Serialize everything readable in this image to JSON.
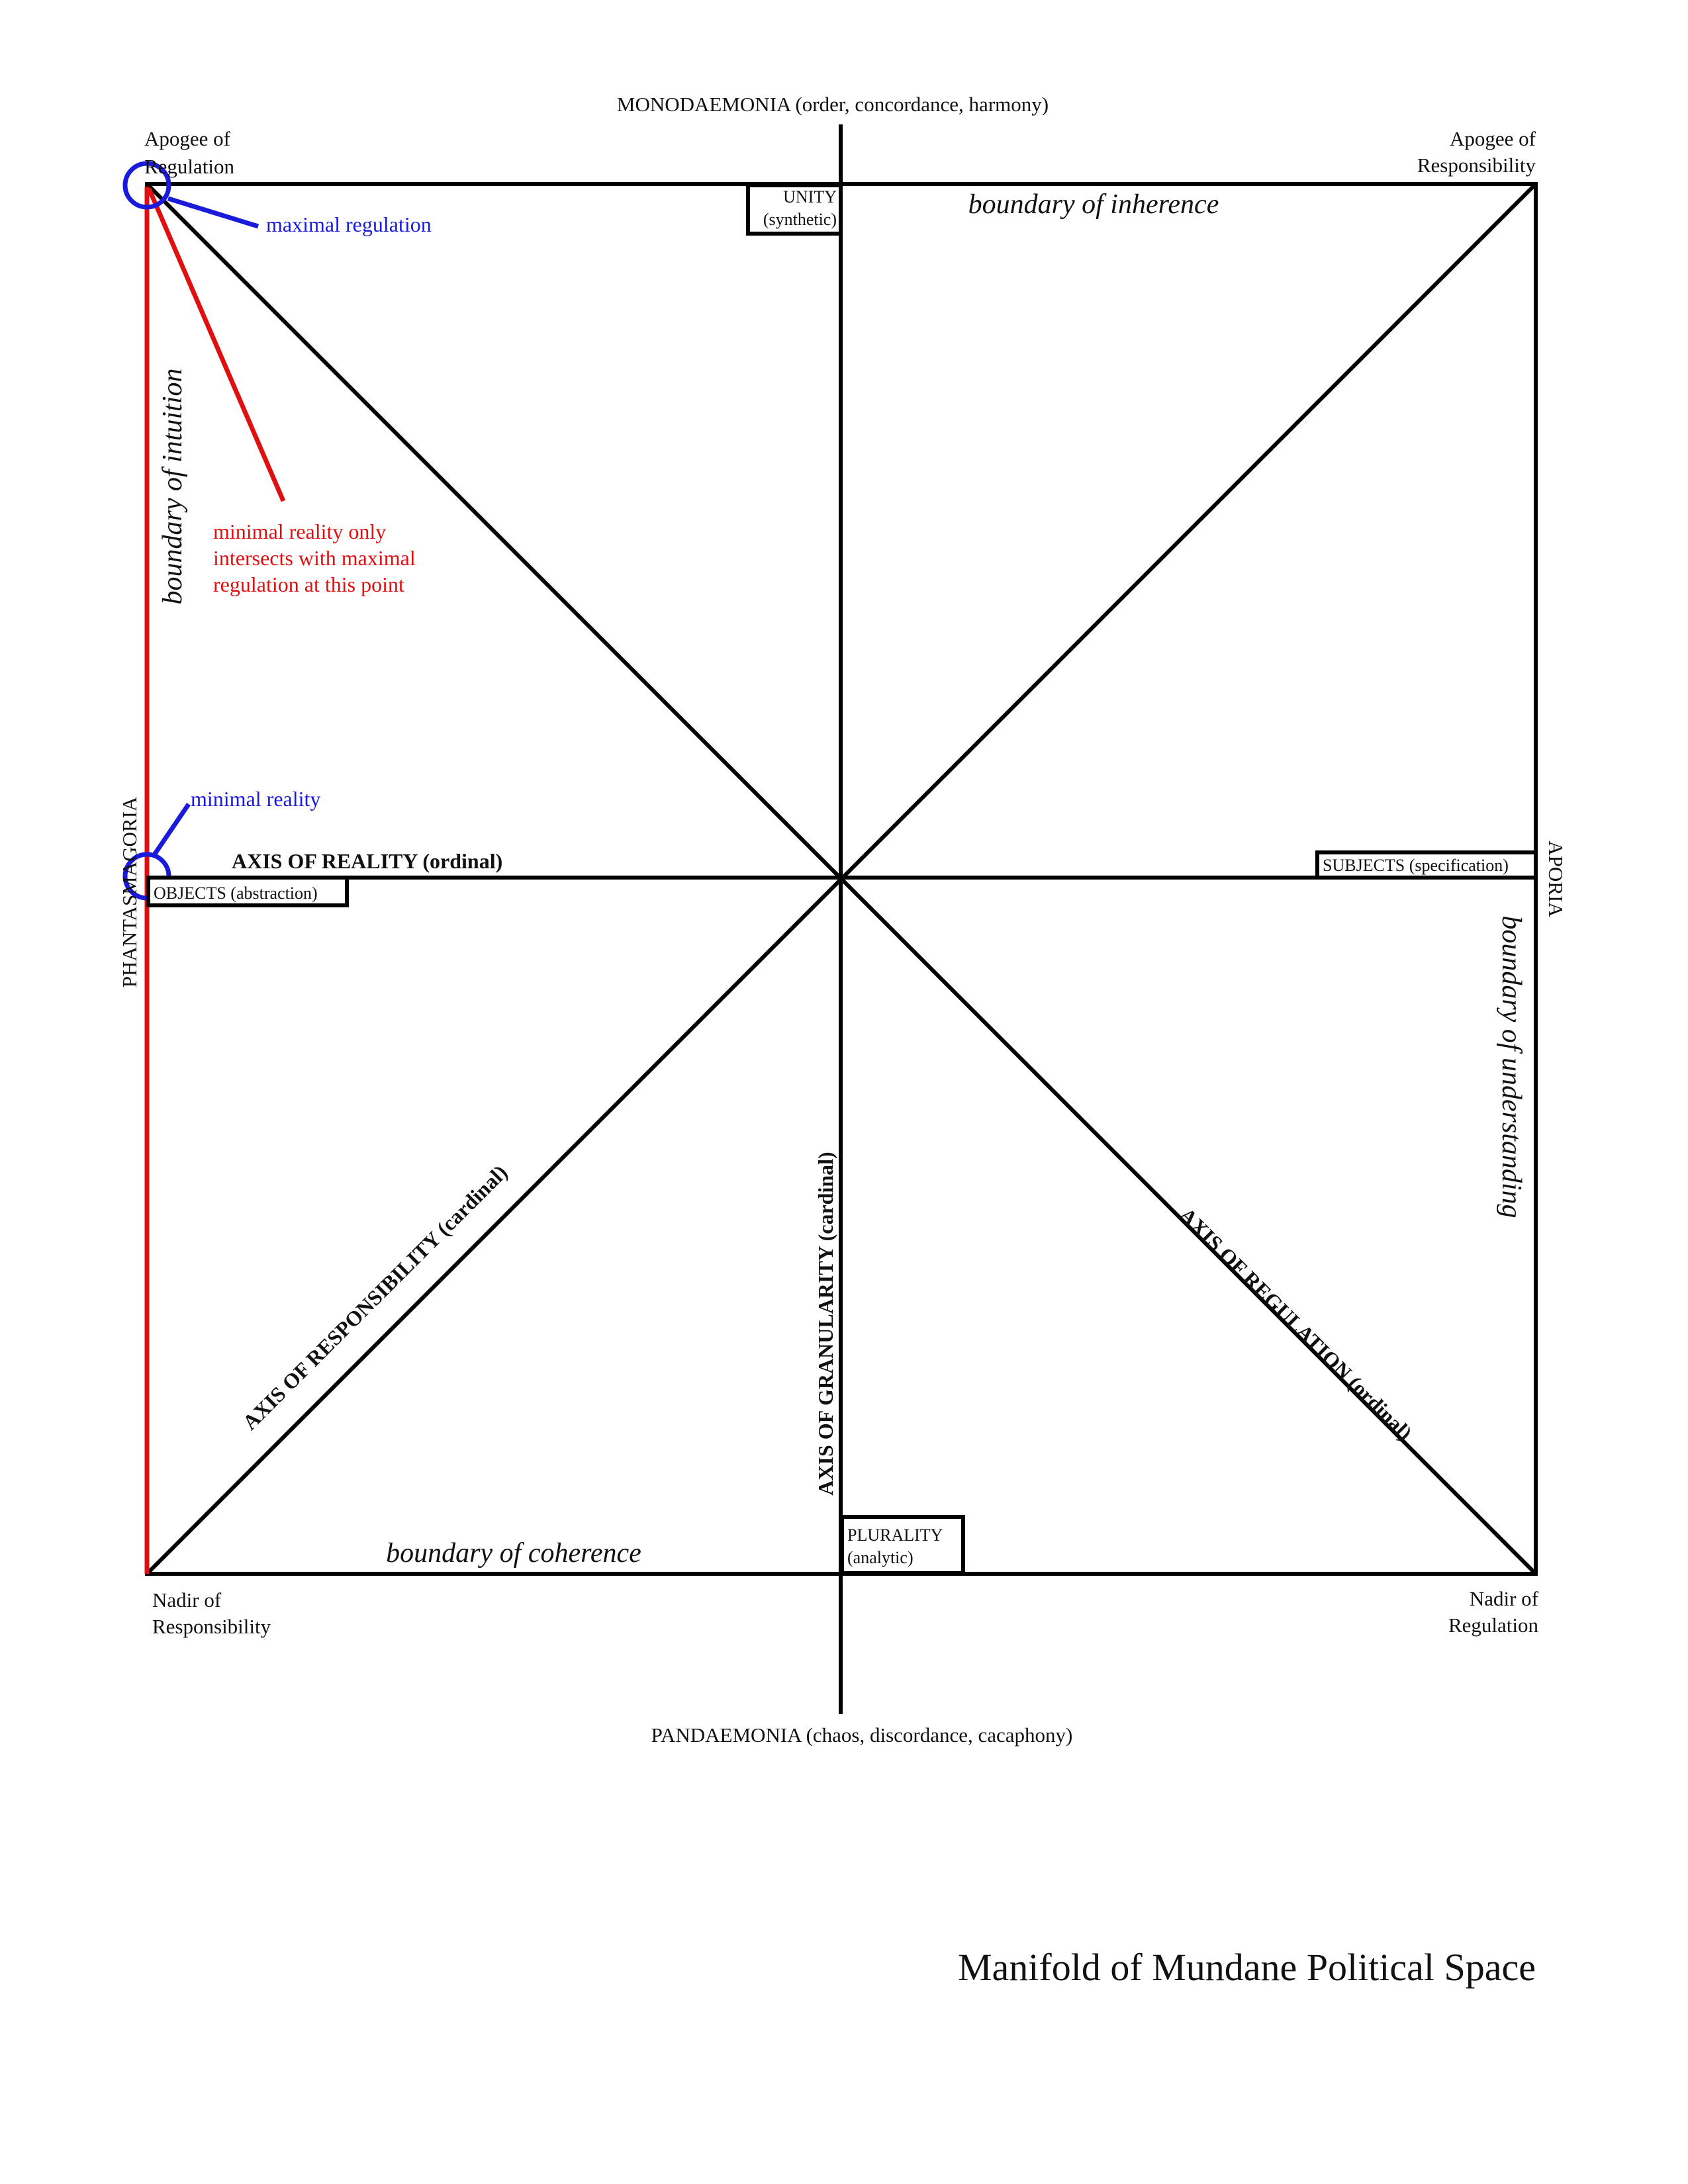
{
  "poles": {
    "top": "MONODAEMONIA (order, concordance, harmony)",
    "bottom": "PANDAEMONIA (chaos, discordance, cacaphony)",
    "left": "PHANTASMAGORIA",
    "right": "APORIA"
  },
  "corners": {
    "top_left": [
      "Apogee of",
      "Regulation"
    ],
    "top_right": [
      "Apogee of",
      "Responsibility"
    ],
    "bottom_left": [
      "Nadir of",
      "Responsibility"
    ],
    "bottom_right": [
      "Nadir of",
      "Regulation"
    ]
  },
  "boundaries": {
    "top": "boundary of inherence",
    "left": "boundary of intuition",
    "right": "boundary of understanding",
    "bottom": "boundary of coherence"
  },
  "axes": {
    "reality": "AXIS OF REALITY (ordinal)",
    "granularity": "AXIS OF GRANULARITY (cardinal)",
    "responsibility": "AXIS OF RESPONSIBILITY (cardinal)",
    "regulation": "AXIS OF REGULATION (ordinal)"
  },
  "boxes": {
    "unity": [
      "UNITY",
      "(synthetic)"
    ],
    "plurality": [
      "PLURALITY",
      "(analytic)"
    ],
    "subjects": "SUBJECTS (specification)",
    "objects": "OBJECTS (abstraction)"
  },
  "annotations": {
    "maximal_regulation": "maximal regulation",
    "minimal_reality": "minimal reality",
    "note": [
      "minimal reality only",
      "intersects with maximal",
      "regulation at this point"
    ]
  },
  "title": "Manifold of Mundane Political Space",
  "colors": {
    "line": "#000000",
    "annotation_blue": "#1a1adb",
    "annotation_red": "#e01010"
  }
}
